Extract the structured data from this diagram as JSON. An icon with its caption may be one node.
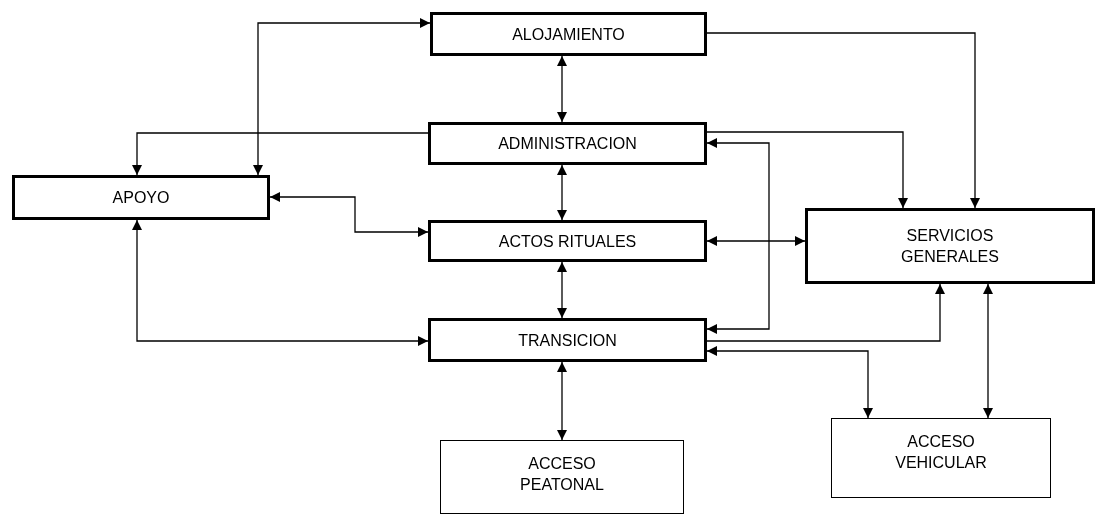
{
  "diagram": {
    "nodes": [
      {
        "text": [
          "ALOJAMIENTO"
        ]
      },
      {
        "text": [
          "ADMINISTRACION"
        ]
      },
      {
        "text": [
          "APOYO"
        ]
      },
      {
        "text": [
          "ACTOS RITUALES"
        ]
      },
      {
        "text": [
          "SERVICIOS GENERALES"
        ]
      },
      {
        "text": [
          "TRANSICION"
        ]
      },
      {
        "text": [
          "ACCESO PEATONAL"
        ]
      },
      {
        "text": [
          "ACCESO VEHICULAR"
        ]
      }
    ],
    "edges": [
      {
        "from": 2,
        "to": 0,
        "arrow": "both"
      },
      {
        "from": 1,
        "to": 2,
        "arrow": "to"
      },
      {
        "from": 0,
        "to": 1,
        "arrow": "both"
      },
      {
        "from": 1,
        "to": 3,
        "arrow": "both"
      },
      {
        "from": 2,
        "to": 3,
        "arrow": "both"
      },
      {
        "from": 3,
        "to": 5,
        "arrow": "both"
      },
      {
        "from": 2,
        "to": 5,
        "arrow": "both"
      },
      {
        "from": 0,
        "to": 4,
        "arrow": "to"
      },
      {
        "from": 1,
        "to": 4,
        "arrow": "to"
      },
      {
        "from": 5,
        "to": 1,
        "arrow": "both"
      },
      {
        "from": 3,
        "to": 4,
        "arrow": "both"
      },
      {
        "from": 5,
        "to": 4,
        "arrow": "to"
      },
      {
        "from": 5,
        "to": 7,
        "arrow": "both"
      },
      {
        "from": 4,
        "to": 7,
        "arrow": "both"
      },
      {
        "from": 5,
        "to": 6,
        "arrow": "both"
      }
    ]
  }
}
